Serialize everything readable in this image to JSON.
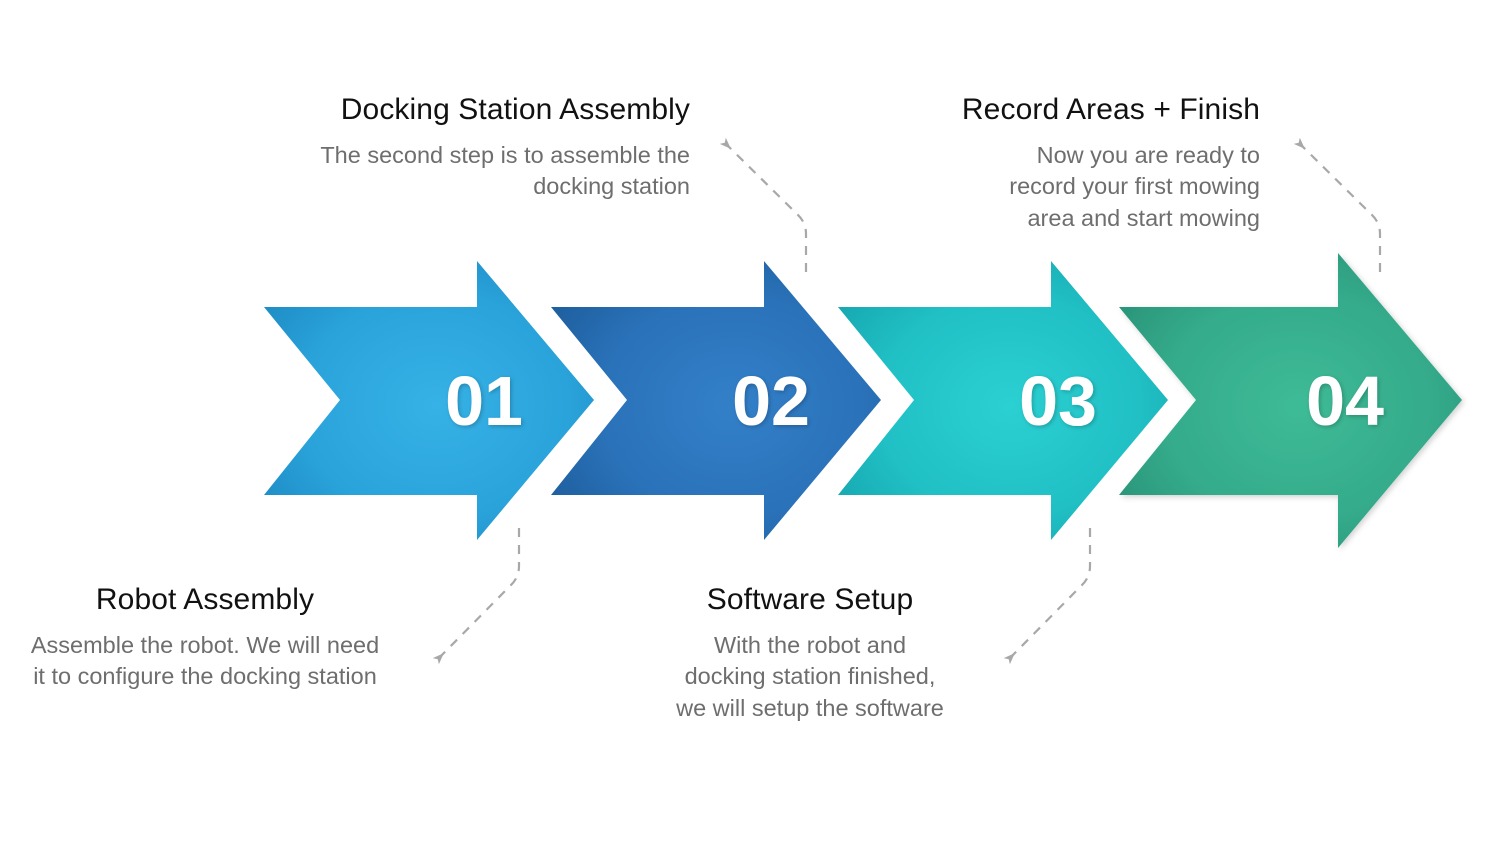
{
  "diagram": {
    "type": "process-flow-arrows",
    "background": "#ffffff",
    "step_count": 4,
    "steps": [
      {
        "number": "01",
        "title": "Robot Assembly",
        "description": "Assemble the robot. We will need it to configure the docking station",
        "description_lines": [
          "Assemble the robot. We will need",
          "it to configure the docking station"
        ],
        "callout_position": "bottom",
        "text_align": "center",
        "color": "#2ba3dc",
        "color_light": "#33b0e8",
        "color_dark": "#1d86bf"
      },
      {
        "number": "02",
        "title": "Docking Station Assembly",
        "description": "The second step is to assemble the docking station",
        "description_lines": [
          "The second step is to assemble the",
          "docking station"
        ],
        "callout_position": "top",
        "text_align": "right",
        "color": "#2a70b8",
        "color_light": "#2f7cc8",
        "color_dark": "#1f5f9e"
      },
      {
        "number": "03",
        "title": "Software Setup",
        "description": "With the robot and docking station finished, we will setup the software",
        "description_lines": [
          "With the robot and",
          "docking station finished,",
          "we will setup the software"
        ],
        "callout_position": "bottom",
        "text_align": "center",
        "color": "#1fbfc4",
        "color_light": "#26cbcf",
        "color_dark": "#17a6ae"
      },
      {
        "number": "04",
        "title": "Record Areas + Finish",
        "description": "Now you are ready to record your first mowing area and start mowing",
        "description_lines": [
          "Now you are ready to",
          "record your first mowing",
          "area and start mowing"
        ],
        "callout_position": "top",
        "text_align": "right",
        "color": "#34a98a",
        "color_light": "#3bb894",
        "color_dark": "#2a9178"
      }
    ],
    "connector": {
      "style": "dashed",
      "color": "#a8a8a8",
      "arrowhead": "triangle"
    },
    "number_color": "#ffffff",
    "title_color": "#111111",
    "body_color": "#6e6e6e"
  }
}
